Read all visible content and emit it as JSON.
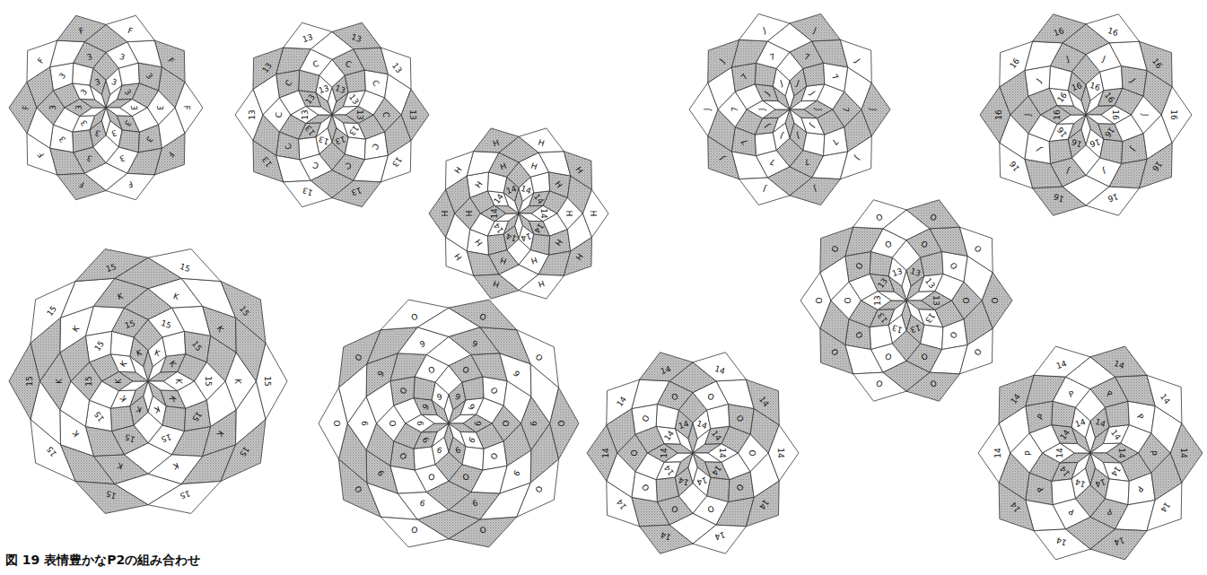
{
  "diagram": {
    "caption": "図 19 表情豊かなP2の組み合わせ",
    "labels": [
      "3",
      "3",
      "3",
      "3",
      "3",
      "3",
      "3",
      "3",
      "3",
      "3",
      "3",
      "3",
      "3",
      "3",
      "3",
      "3",
      "3",
      "3",
      "3",
      "3",
      "F",
      "F",
      "F",
      "F",
      "F",
      "F",
      "F",
      "F",
      "F",
      "F",
      "13",
      "13",
      "13",
      "13",
      "13",
      "13",
      "13",
      "13",
      "13",
      "13",
      "C",
      "C",
      "C",
      "C",
      "C",
      "C",
      "C",
      "C",
      "C",
      "C",
      "13",
      "13",
      "13",
      "13",
      "13",
      "13",
      "13",
      "13",
      "13",
      "13",
      "14",
      "14",
      "14",
      "14",
      "14",
      "14",
      "14",
      "14",
      "14",
      "14",
      "H",
      "H",
      "H",
      "H",
      "H",
      "H",
      "H",
      "H",
      "H",
      "H",
      "H",
      "H",
      "H",
      "H",
      "H",
      "H",
      "H",
      "H",
      "H",
      "H",
      "J",
      "J",
      "J",
      "J",
      "J",
      "J",
      "J",
      "J",
      "J",
      "J",
      "7",
      "7",
      "7",
      "7",
      "7",
      "7",
      "7",
      "7",
      "7",
      "7",
      "J",
      "J",
      "J",
      "J",
      "J",
      "J",
      "J",
      "J",
      "J",
      "J",
      "16",
      "16",
      "16",
      "16",
      "16",
      "16",
      "16",
      "16",
      "16",
      "16",
      "J",
      "J",
      "J",
      "J",
      "J",
      "J",
      "J",
      "J",
      "J",
      "J",
      "16",
      "16",
      "16",
      "16",
      "16",
      "16",
      "16",
      "16",
      "16",
      "16",
      "13",
      "13",
      "13",
      "13",
      "13",
      "13",
      "13",
      "13",
      "13",
      "13",
      "O",
      "O",
      "O",
      "O",
      "O",
      "O",
      "O",
      "O",
      "O",
      "O",
      "O",
      "O",
      "O",
      "O",
      "O",
      "O",
      "O",
      "O",
      "O",
      "O",
      "K",
      "K",
      "K",
      "K",
      "K",
      "K",
      "K",
      "K",
      "K",
      "K",
      "15",
      "15",
      "15",
      "15",
      "15",
      "15",
      "15",
      "15",
      "15",
      "15",
      "K",
      "K",
      "K",
      "K",
      "K",
      "K",
      "K",
      "K",
      "K",
      "K",
      "15",
      "15",
      "15",
      "15",
      "15",
      "15",
      "15",
      "15",
      "15",
      "15",
      "9",
      "9",
      "9",
      "9",
      "9",
      "9",
      "9",
      "9",
      "9",
      "9",
      "O",
      "O",
      "O",
      "O",
      "O",
      "O",
      "O",
      "O",
      "O",
      "O",
      "9",
      "9",
      "9",
      "9",
      "9",
      "9",
      "9",
      "9",
      "9",
      "9",
      "O",
      "O",
      "O",
      "O",
      "O",
      "O",
      "O",
      "O",
      "O",
      "O",
      "14",
      "14",
      "14",
      "14",
      "14",
      "14",
      "14",
      "14",
      "14",
      "14",
      "O",
      "O",
      "O",
      "O",
      "O",
      "O",
      "O",
      "O",
      "O",
      "O",
      "14",
      "14",
      "14",
      "14",
      "14",
      "14",
      "14",
      "14",
      "14",
      "14",
      "14",
      "14",
      "14",
      "14",
      "14",
      "14",
      "14",
      "14",
      "14",
      "14",
      "P",
      "P",
      "P",
      "P",
      "P",
      "P",
      "P",
      "P",
      "P",
      "P",
      "14",
      "14",
      "14",
      "14",
      "14",
      "14",
      "14",
      "14",
      "14",
      "14"
    ]
  }
}
